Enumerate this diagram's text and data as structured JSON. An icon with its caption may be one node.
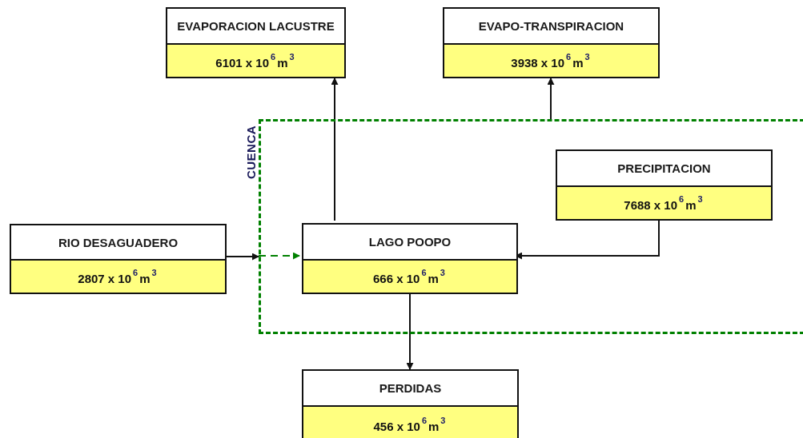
{
  "diagram": {
    "nodes": [
      {
        "text": [
          "EVAPORACION LACUSTRE",
          "6101 x 10$^{6}$m$^{3}$"
        ]
      },
      {
        "text": [
          "EVAPO-TRANSPIRACION",
          "3938 x 10$^{6}$m$^{3}$"
        ]
      },
      {
        "text": [
          "CUENCA"
        ]
      },
      {
        "text": [
          "PRECIPITACION",
          "7688 x 10$^{6}$m$^{3}$"
        ],
        "in": 2
      },
      {
        "text": [
          "RIO DESAGUADERO",
          "2807 x 10$^{6}$m$^{3}$"
        ]
      },
      {
        "text": [
          "LAGO POOPO",
          "666 x 10$^{6}$m$^{3}$"
        ],
        "in": 2
      },
      {
        "text": [
          "PERDIDAS",
          "456  x 10$^{6}$m$^{3}$"
        ]
      }
    ],
    "edges": [
      {
        "from": 5,
        "to": 0,
        "arrow": "to"
      },
      {
        "from": 2,
        "to": 1,
        "arrow": "to"
      },
      {
        "from": 3,
        "to": 5,
        "arrow": "to"
      },
      {
        "from": 4,
        "to": 2,
        "arrow": "to"
      },
      {
        "from": 2,
        "to": 5,
        "arrow": "to",
        "style": "dashed",
        "color": "#008000"
      },
      {
        "from": 5,
        "to": 6,
        "arrow": "to"
      }
    ]
  }
}
